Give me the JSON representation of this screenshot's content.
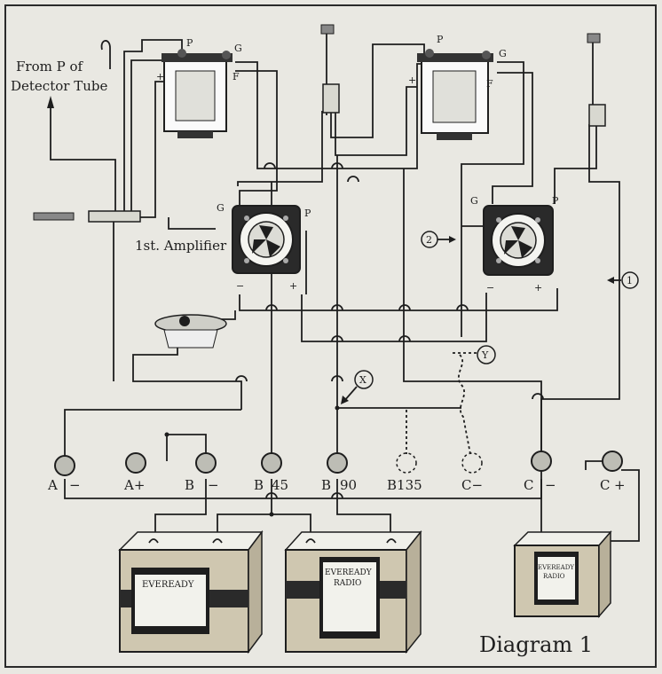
{
  "labels": {
    "from_p": "From P of",
    "detector_tube": "Detector Tube",
    "first_amplifier": "1st. Amplifier",
    "diagram_title": "Diagram 1"
  },
  "pins": {
    "p": "P",
    "g": "G",
    "f": "F",
    "plus": "+",
    "minus": "−"
  },
  "callouts": {
    "one": "1",
    "two": "2",
    "x": "X",
    "y": "Y"
  },
  "terminals": [
    {
      "prefix": "A",
      "suffix": "−"
    },
    {
      "prefix": "A+",
      "suffix": ""
    },
    {
      "prefix": "B",
      "suffix": "−"
    },
    {
      "prefix": "B",
      "suffix": "45"
    },
    {
      "prefix": "B",
      "suffix": "90"
    },
    {
      "prefix": "B135",
      "suffix": ""
    },
    {
      "prefix": "C−",
      "suffix": ""
    },
    {
      "prefix": "C",
      "suffix": "−"
    },
    {
      "prefix": "C",
      "suffix": "+"
    }
  ],
  "battery_brand": "EVEREADY",
  "battery_sub": "RADIO",
  "colors": {
    "ink": "#1e1e1e",
    "paper": "#e9e8e2",
    "frame": "#2a2a2a"
  }
}
